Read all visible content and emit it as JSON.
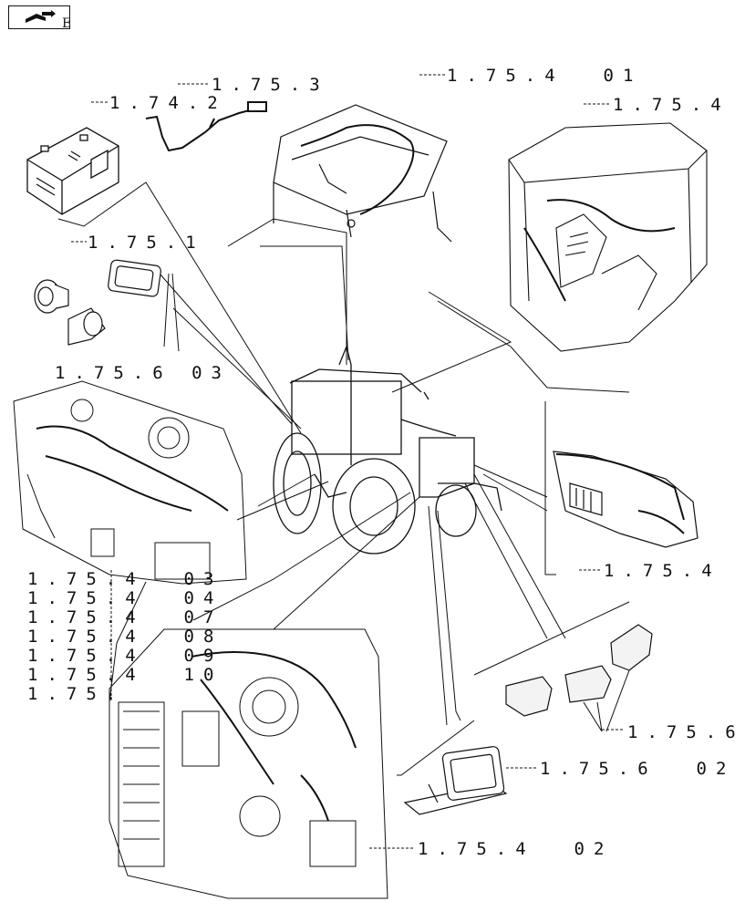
{
  "nav": {
    "icon": "book-arrow-icon",
    "letter": "E"
  },
  "callouts": {
    "c_1_74_2": "1.74.2",
    "c_1_75_3": "1.75.3",
    "c_1_75_4_01": "1.75.4  01",
    "c_1_75_4_top": "1.75.4",
    "c_1_75_1": "1.75.1",
    "c_1_75_6_03": "1.75.6 03",
    "c_1_75_4_right": "1.75.4",
    "c_1_75_6_right": "1.75.6",
    "c_1_75_6_02": "1.75.6  02",
    "c_1_75_4_02": "1.75.4  02"
  },
  "left_stack": [
    "1.75.4  03",
    "1.75.4  04",
    "1.75.4  07",
    "1.75.4  08",
    "1.75.4  09",
    "1.75.4  10",
    "1.75."
  ]
}
